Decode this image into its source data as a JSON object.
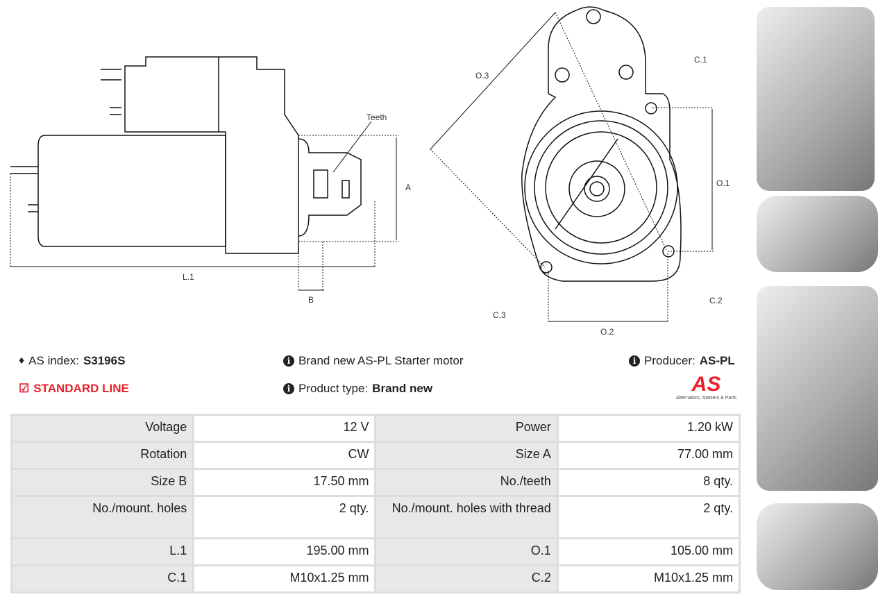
{
  "diagram": {
    "teeth": "Teeth",
    "A": "A",
    "B": "B",
    "L1": "L.1",
    "O1": "O.1",
    "O2": "O.2",
    "O3": "O.3",
    "C1": "C.1",
    "C2": "C.2",
    "C3": "C.3"
  },
  "info": {
    "as_index_label": "AS index:",
    "as_index_value": "S3196S",
    "line": "STANDARD LINE",
    "description": "Brand new AS-PL Starter motor",
    "product_type_label": "Product type:",
    "product_type_value": "Brand new",
    "producer_label": "Producer:",
    "producer_value": "AS-PL",
    "logo_text": "AS",
    "logo_tagline": "Alternators, Starters & Parts"
  },
  "colors": {
    "accent": "#e8202a"
  },
  "specs": [
    [
      "Voltage",
      "12 V",
      "Power",
      "1.20 kW"
    ],
    [
      "Rotation",
      "CW",
      "Size A",
      "77.00 mm"
    ],
    [
      "Size B",
      "17.50 mm",
      "No./teeth",
      "8 qty."
    ],
    [
      "No./mount. holes",
      "2 qty.",
      "No./mount. holes with thread",
      "2 qty."
    ],
    [
      "L.1",
      "195.00 mm",
      "O.1",
      "105.00 mm"
    ],
    [
      "C.1",
      "M10x1.25 mm",
      "C.2",
      "M10x1.25 mm"
    ]
  ]
}
